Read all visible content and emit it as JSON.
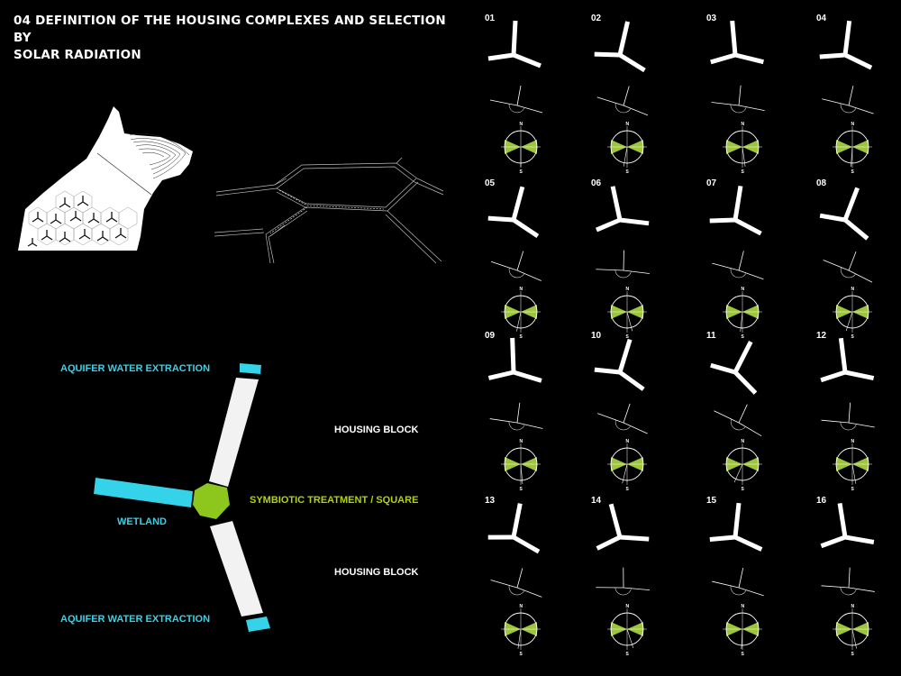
{
  "header": {
    "title_line1": "04 DEFINITION OF THE HOUSING COMPLEXES AND SELECTION BY",
    "title_line2": "SOLAR RADIATION"
  },
  "diagram": {
    "labels": {
      "aquifer_top": "AQUIFER WATER EXTRACTION",
      "housing_top": "HOUSING BLOCK",
      "symbiotic": "SYMBIOTIC TREATMENT / SQUARE",
      "wetland": "WETLAND",
      "housing_bottom": "HOUSING BLOCK",
      "aquifer_bottom": "AQUIFER WATER EXTRACTION"
    },
    "colors": {
      "water": "#35d3e9",
      "treatment": "#8dc71e",
      "housing": "#f2f2f2",
      "solar_sector": "#9cc53a"
    }
  },
  "compass": {
    "north": "N",
    "south": "S"
  },
  "grid": [
    {
      "id": "01",
      "rot": 0
    },
    {
      "id": "02",
      "rot": 10
    },
    {
      "id": "03",
      "rot": -8
    },
    {
      "id": "04",
      "rot": 4
    },
    {
      "id": "05",
      "rot": 12
    },
    {
      "id": "06",
      "rot": -15
    },
    {
      "id": "07",
      "rot": 6
    },
    {
      "id": "08",
      "rot": 18
    },
    {
      "id": "09",
      "rot": -5
    },
    {
      "id": "10",
      "rot": 14
    },
    {
      "id": "11",
      "rot": 24
    },
    {
      "id": "12",
      "rot": -10
    },
    {
      "id": "13",
      "rot": 8
    },
    {
      "id": "14",
      "rot": -18
    },
    {
      "id": "15",
      "rot": 3
    },
    {
      "id": "16",
      "rot": -12
    }
  ]
}
